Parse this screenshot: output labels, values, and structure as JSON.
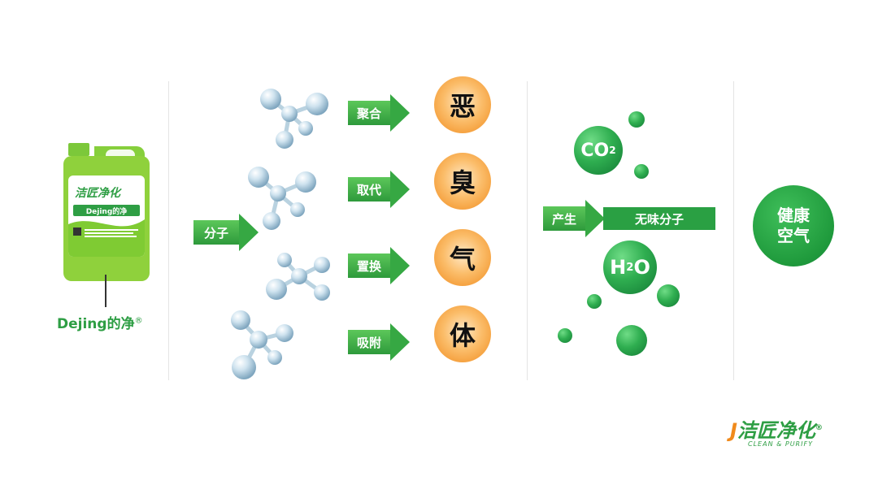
{
  "product": {
    "label_brand": "洁匠净化",
    "label_name": "Dejing的净",
    "caption": "Dejing的净",
    "caption_mark": "®"
  },
  "left_arrow": {
    "label": "分子"
  },
  "process_arrows": [
    {
      "label": "聚合"
    },
    {
      "label": "取代"
    },
    {
      "label": "置换"
    },
    {
      "label": "吸附"
    }
  ],
  "odor_chars": [
    "恶",
    "臭",
    "气",
    "体"
  ],
  "produce_arrow": {
    "label": "产生"
  },
  "result_bar": {
    "label": "无味分子"
  },
  "co2": {
    "main": "CO",
    "sub": "2"
  },
  "h2o": {
    "main": "H",
    "sub": "2",
    "tail": "O"
  },
  "healthy_air": {
    "line1": "健康",
    "line2": "空气"
  },
  "logo": {
    "j": "J",
    "text": "洁匠净化",
    "mark": "®",
    "subtitle": "CLEAN & PURIFY"
  },
  "colors": {
    "green": "#2e9e44",
    "orange": "#f08a1c"
  }
}
